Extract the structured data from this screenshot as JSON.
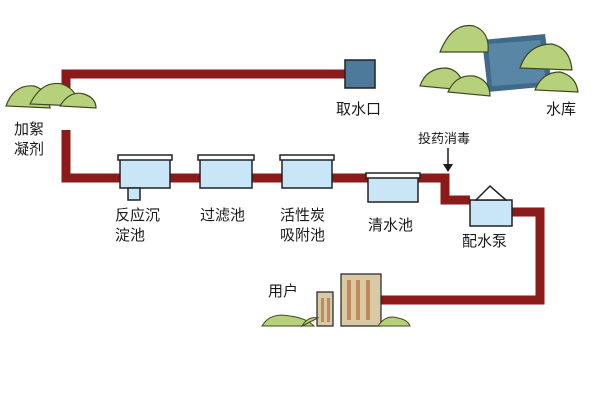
{
  "labels": {
    "reservoir": "水库",
    "intake": "取水口",
    "coagulant_line1": "加絮",
    "coagulant_line2": "凝剂",
    "sedimentation_line1": "反应沉",
    "sedimentation_line2": "淀池",
    "filter": "过滤池",
    "carbon_line1": "活性炭",
    "carbon_line2": "吸附池",
    "clear_water": "清水池",
    "disinfection": "投药消毒",
    "pump": "配水泵",
    "users": "用户"
  },
  "colors": {
    "pipe": "#8b1a1a",
    "water": "#c9e6f7",
    "tank_outline": "#222222",
    "reservoir": "#3f6a8a",
    "intake": "#4d7a9a",
    "tree": "#b7d07c",
    "building": "#d9c9a4"
  },
  "icons": [
    "reservoir-icon",
    "tree-icon",
    "intake-icon",
    "tank-icon",
    "pump-house-icon",
    "building-icon",
    "arrow-icon"
  ]
}
